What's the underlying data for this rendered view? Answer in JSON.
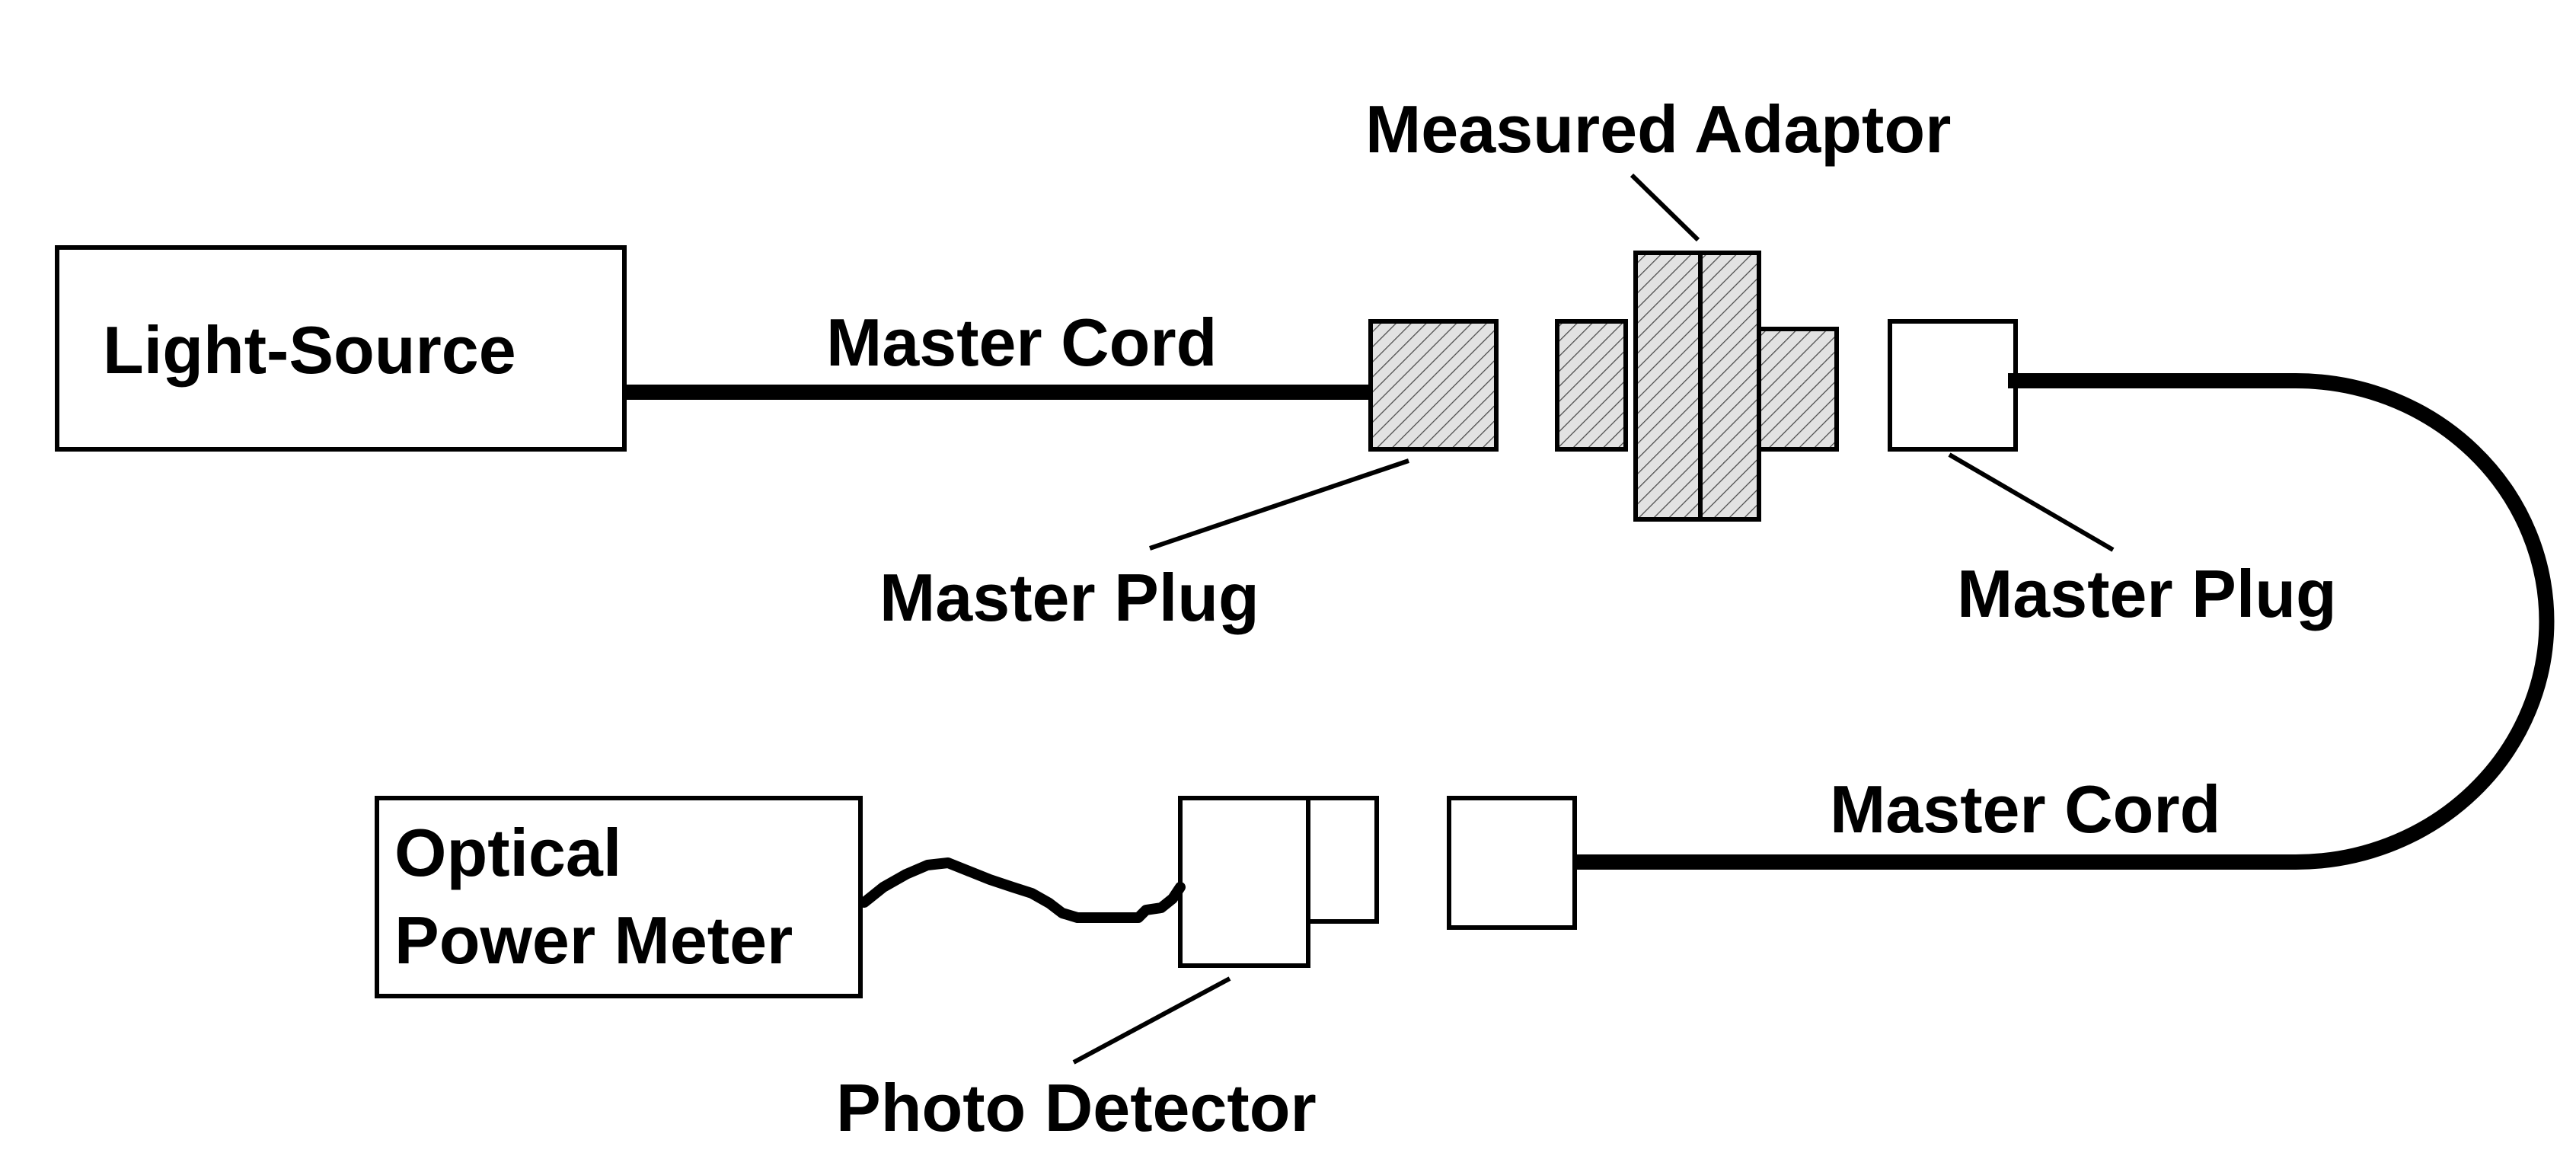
{
  "labels": {
    "light_source": "Light-Source",
    "master_cord_top": "Master Cord",
    "measured_adaptor": "Measured Adaptor",
    "master_plug_left": "Master Plug",
    "master_plug_right": "Master Plug",
    "optical_power_meter_line1": "Optical",
    "optical_power_meter_line2": "Power Meter",
    "master_cord_bottom": "Master Cord",
    "photo_detector": "Photo Detector"
  },
  "colors": {
    "stroke": "#000000",
    "background": "#ffffff",
    "hatch_fill": "#dcdcdc"
  }
}
